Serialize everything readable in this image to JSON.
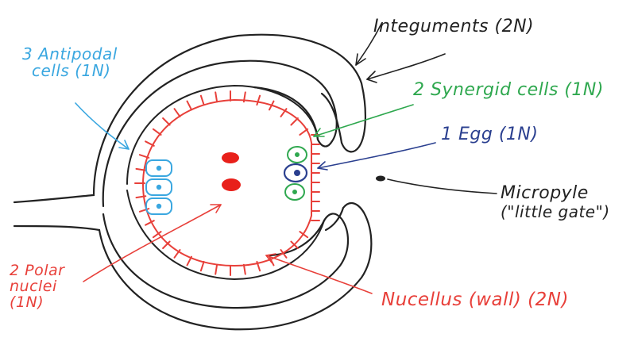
{
  "labels": {
    "integuments": "Integuments (2N)",
    "synergid": "2 Synergid cells (1N)",
    "egg": "1 Egg (1N)",
    "micropyle_line1": "Micropyle",
    "micropyle_line2": "(\"little gate\")",
    "nucellus": "Nucellus (wall) (2N)",
    "polar_line1": "2 Polar",
    "polar_line2": "nuclei",
    "polar_line3": "(1N)",
    "antipodal_line1": "3 Antipodal",
    "antipodal_line2": "cells (1N)"
  },
  "colors": {
    "outline": "#222222",
    "nucellus": "#e8403a",
    "synergid": "#2fa84f",
    "egg": "#2a3f8f",
    "antipodal": "#3aa7e0"
  }
}
